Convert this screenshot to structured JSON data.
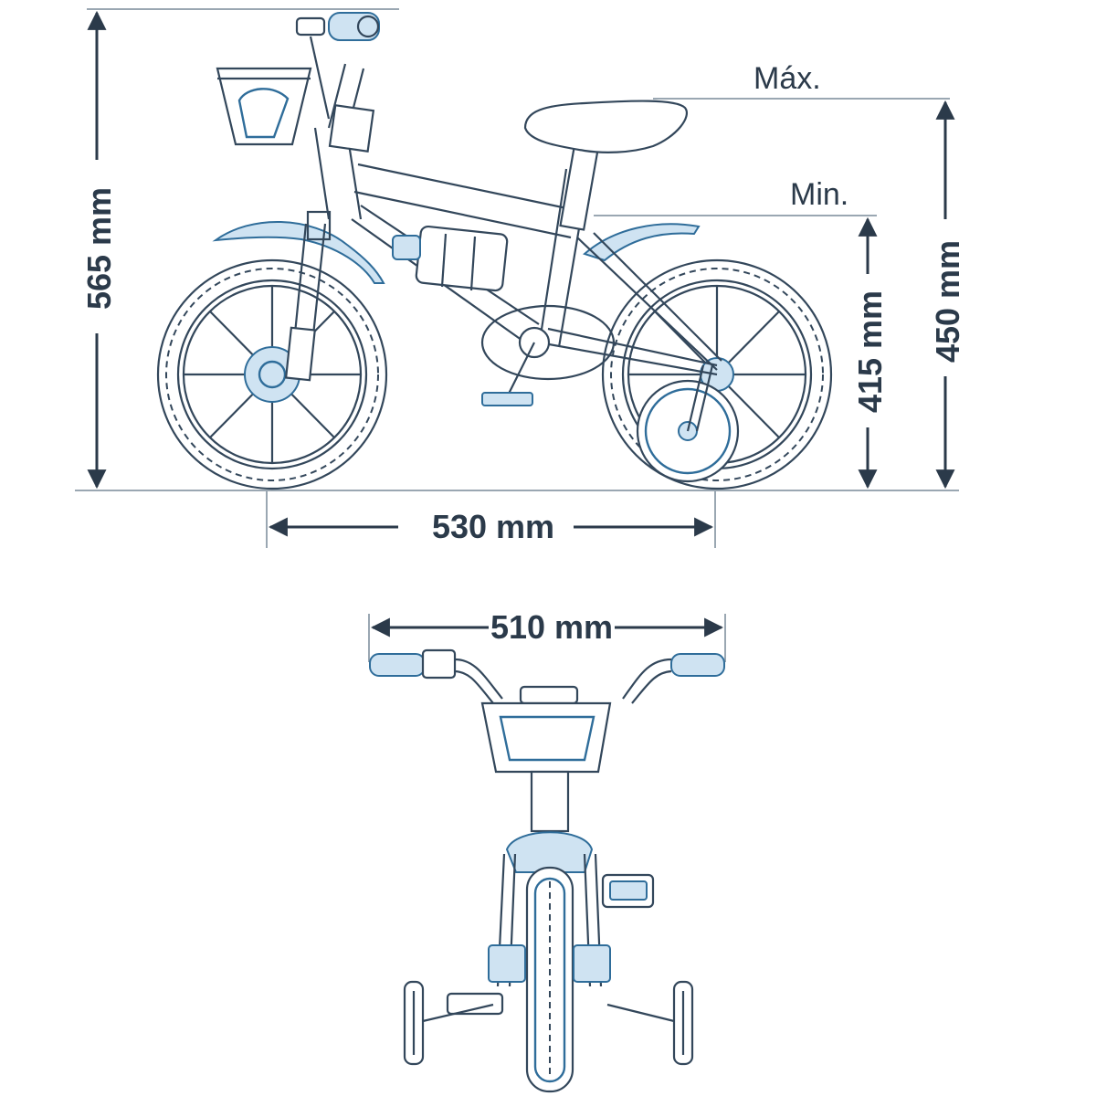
{
  "side_view": {
    "overall_height_label": "565 mm",
    "wheelbase_label": "530 mm",
    "seat_min_label": "Min.",
    "seat_max_label": "Máx.",
    "seat_min_height_label": "415 mm",
    "seat_max_height_label": "450 mm"
  },
  "front_view": {
    "handlebar_width_label": "510 mm"
  },
  "colors": {
    "dimension_line": "#2b3a4a",
    "outline": "#33475b",
    "accent_blue": "#2f6d9a",
    "accent_fill": "#cfe3f2"
  }
}
